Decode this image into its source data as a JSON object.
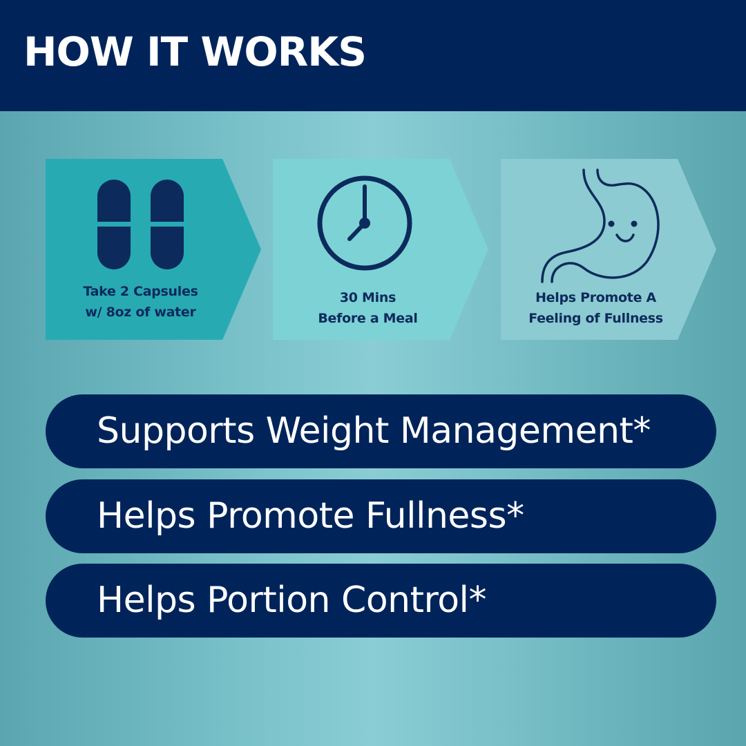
{
  "header": {
    "title": "HOW IT WORKS"
  },
  "steps": [
    {
      "icon": "capsules-icon",
      "line1": "Take 2 Capsules",
      "line2": "w/ 8oz of water",
      "color": "#28aab3"
    },
    {
      "icon": "clock-icon",
      "line1": "30 Mins",
      "line2": "Before a Meal",
      "color": "#7dd2d5"
    },
    {
      "icon": "stomach-icon",
      "line1": "Helps Promote A",
      "line2": "Feeling of Fullness",
      "color": "#8ccbd1"
    }
  ],
  "benefits": [
    {
      "text": "Supports Weight Management*"
    },
    {
      "text": "Helps Promote Fullness*"
    },
    {
      "text": "Helps Portion Control*"
    }
  ],
  "colors": {
    "navy": "#00245a",
    "icon": "#0c2a5c",
    "background": "#7cc3cb"
  }
}
